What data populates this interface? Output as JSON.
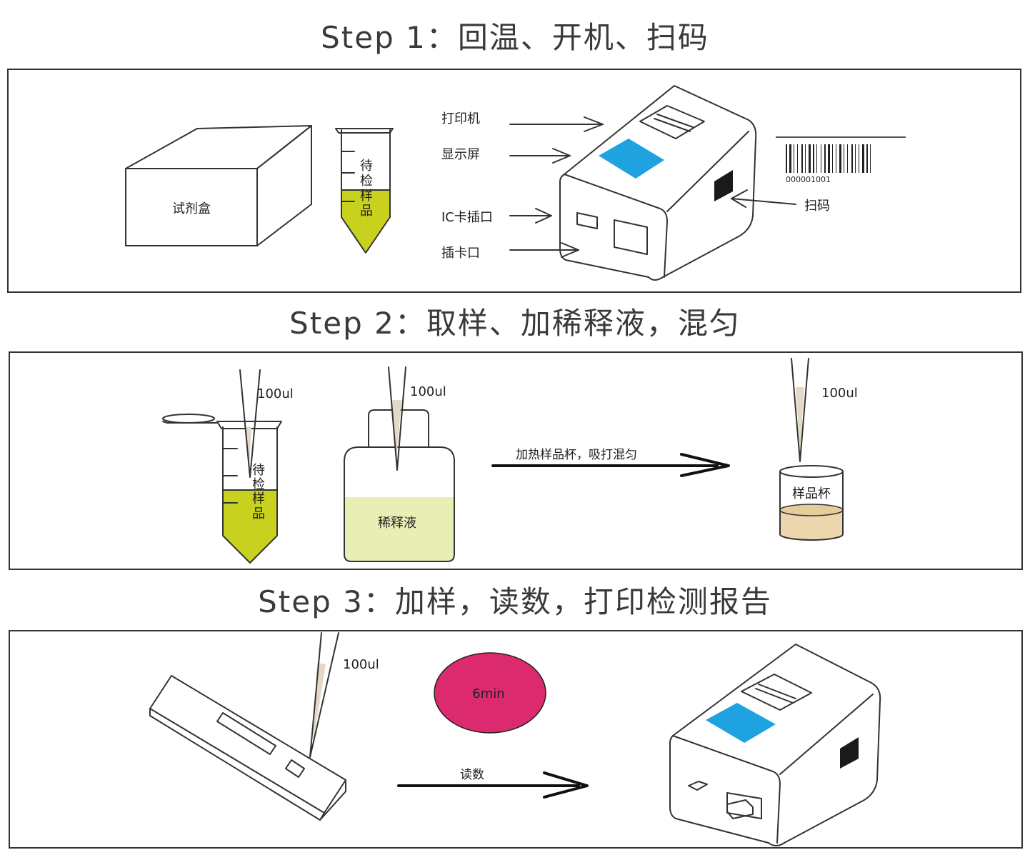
{
  "steps": [
    {
      "title": "Step 1：回温、开机、扫码",
      "labels": {
        "reagent_box": "试剂盒",
        "sample_tube_chars": [
          "待",
          "检",
          "样",
          "品"
        ],
        "printer": "打印机",
        "display": "显示屏",
        "ic_slot": "IC卡插口",
        "card_slot": "插卡口",
        "scan": "扫码",
        "barcode_number": "000001001"
      }
    },
    {
      "title": "Step 2：取样、加稀释液，混匀",
      "labels": {
        "volume_tube": "100ul",
        "sample_tube_chars": [
          "待",
          "检",
          "样",
          "品"
        ],
        "volume_bottle": "100ul",
        "diluent": "稀释液",
        "arrow_text": "加热样品杯，吸打混匀",
        "volume_cup": "100ul",
        "sample_cup": "样品杯"
      }
    },
    {
      "title": "Step 3：加样，读数，打印检测报告",
      "labels": {
        "volume_strip": "100ul",
        "timer": "6min",
        "arrow_text": "读数"
      }
    }
  ],
  "colors": {
    "sample_liquid": "#c8d21e",
    "diluent_liquid": "#e9efb4",
    "cup_liquid": "#ecd6ad",
    "screen": "#1ea3e0",
    "timer": "#dc2a6e",
    "pipette_liquid": "#e4d8c6"
  }
}
